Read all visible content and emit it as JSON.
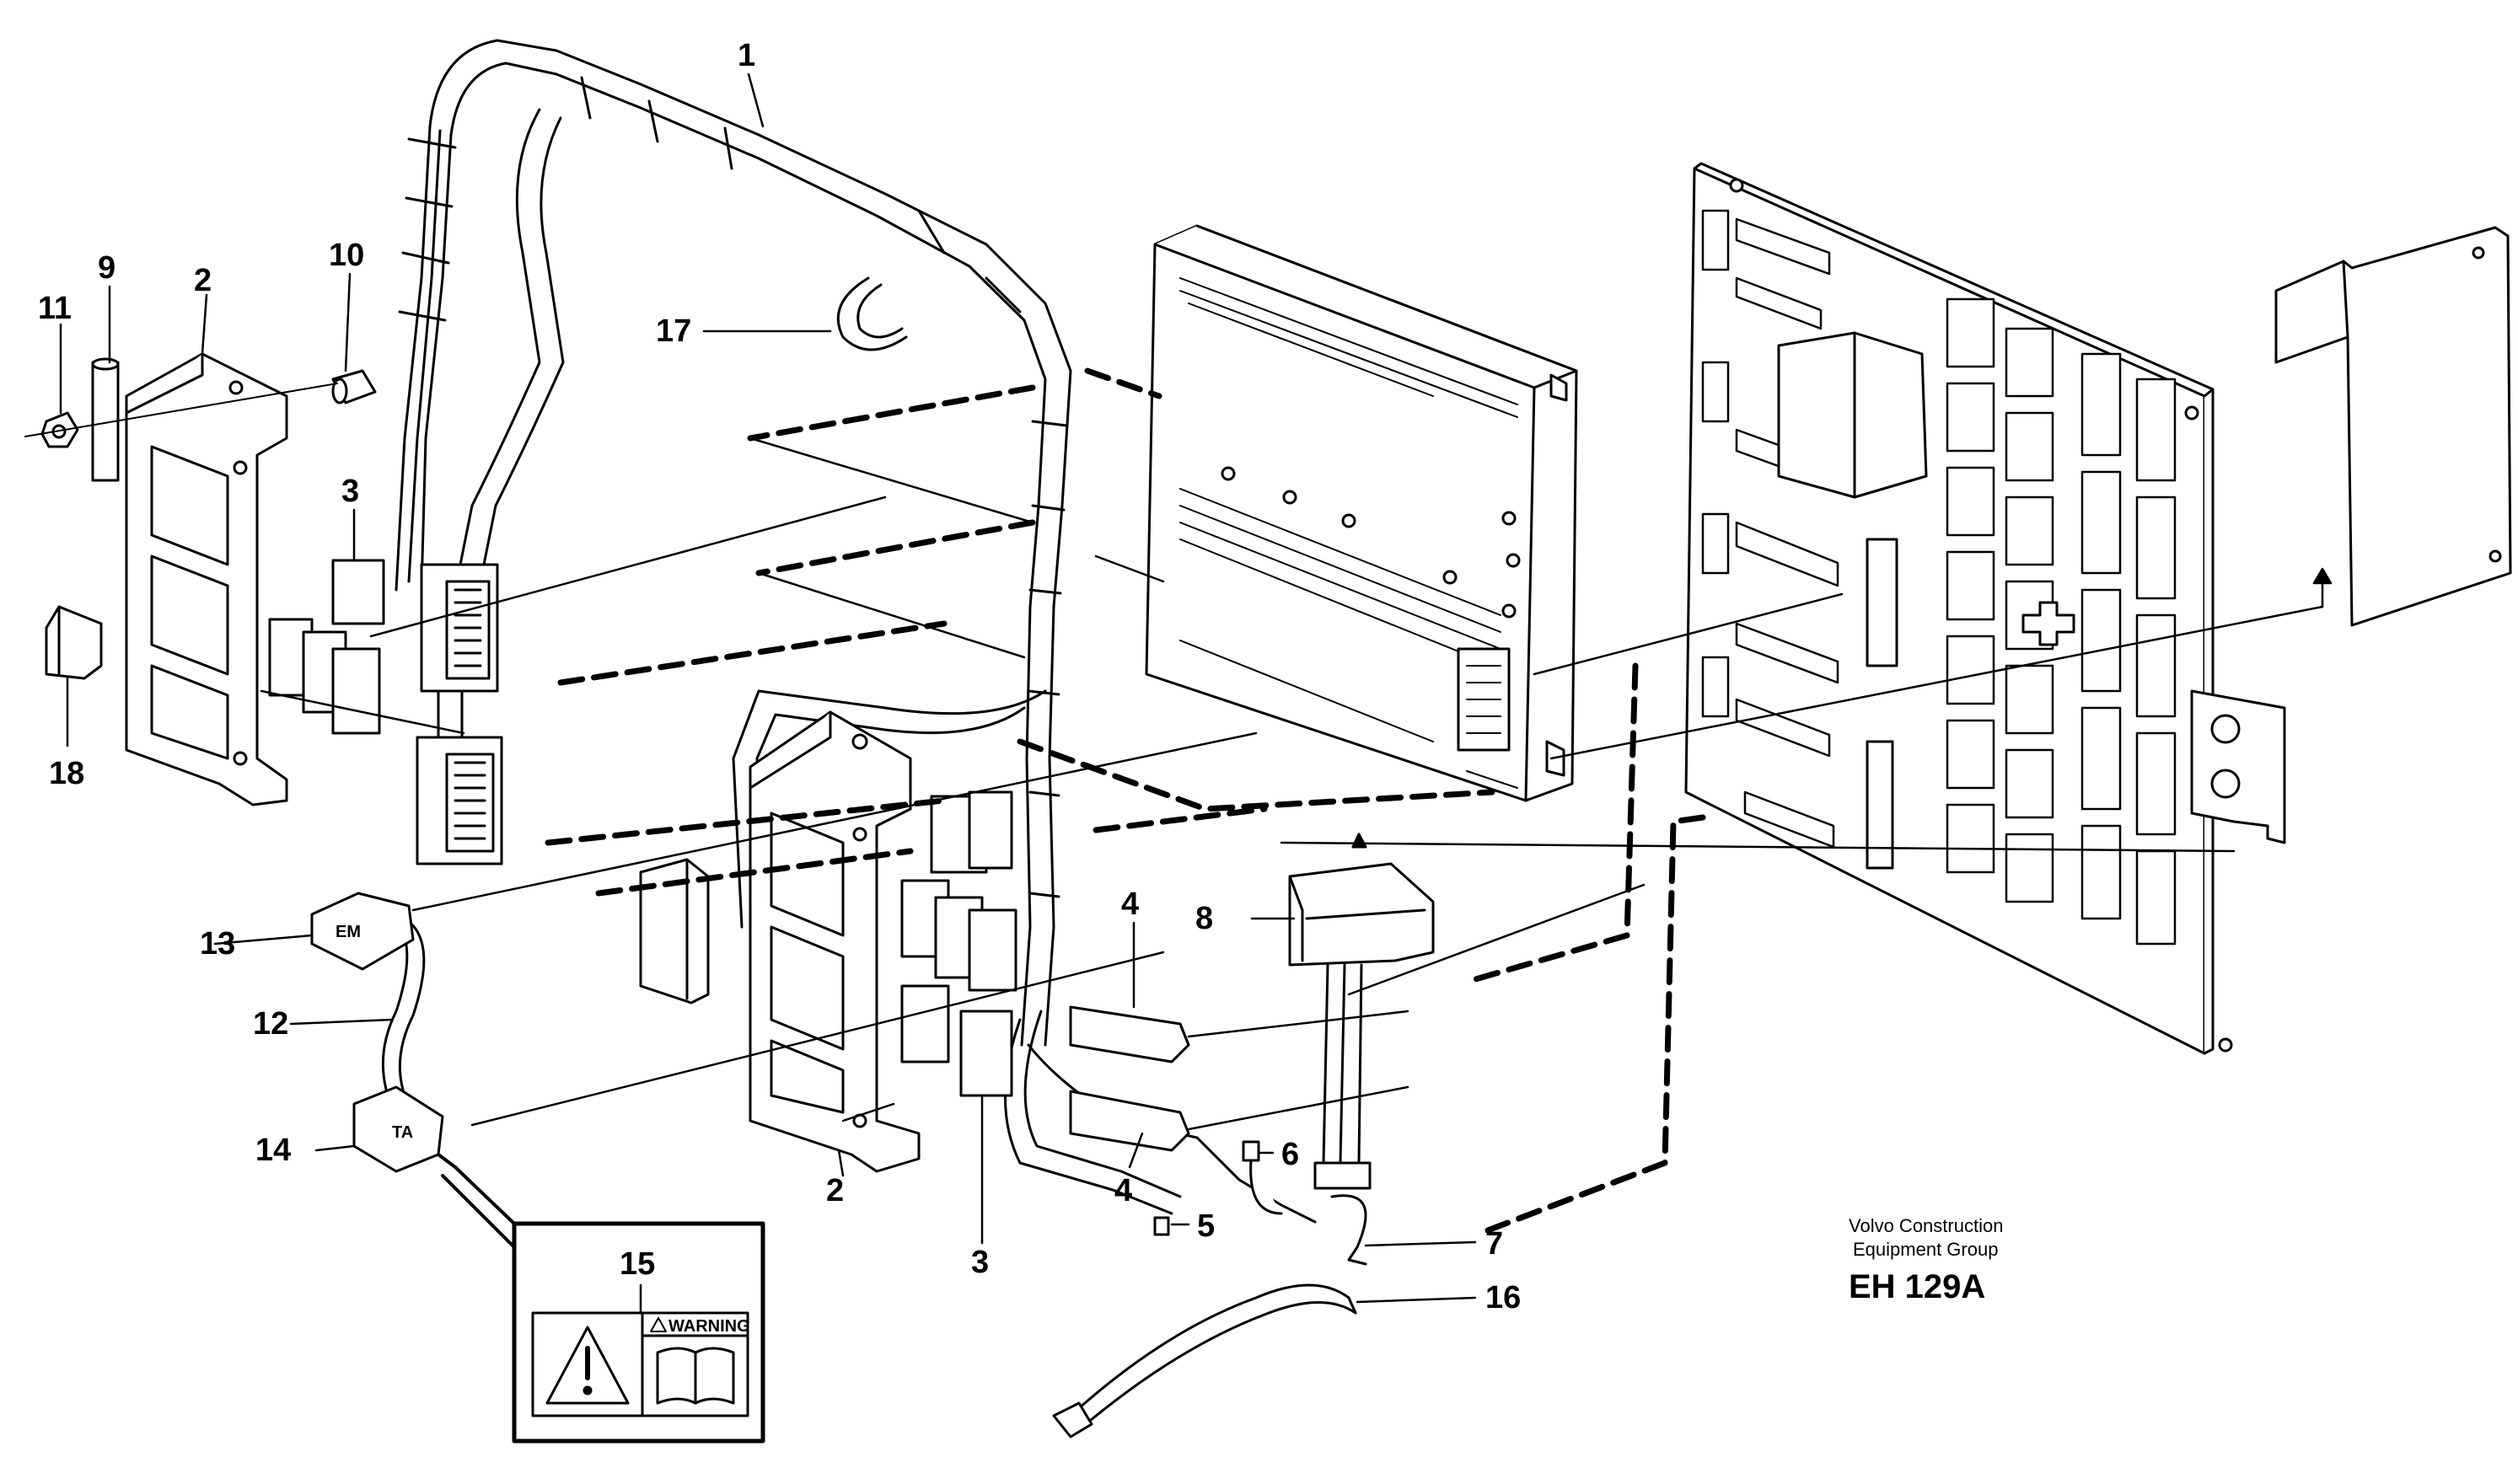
{
  "callouts": [
    "1",
    "2",
    "3",
    "4",
    "5",
    "6",
    "7",
    "8",
    "9",
    "10",
    "11",
    "12",
    "13",
    "14",
    "15",
    "16",
    "17",
    "18"
  ],
  "connector_tags": {
    "em": "EM",
    "ta": "TA"
  },
  "warning_decal": {
    "title": "WARNING"
  },
  "footer": {
    "company_line1": "Volvo Construction",
    "company_line2": "Equipment Group",
    "code": "EH 129A"
  }
}
